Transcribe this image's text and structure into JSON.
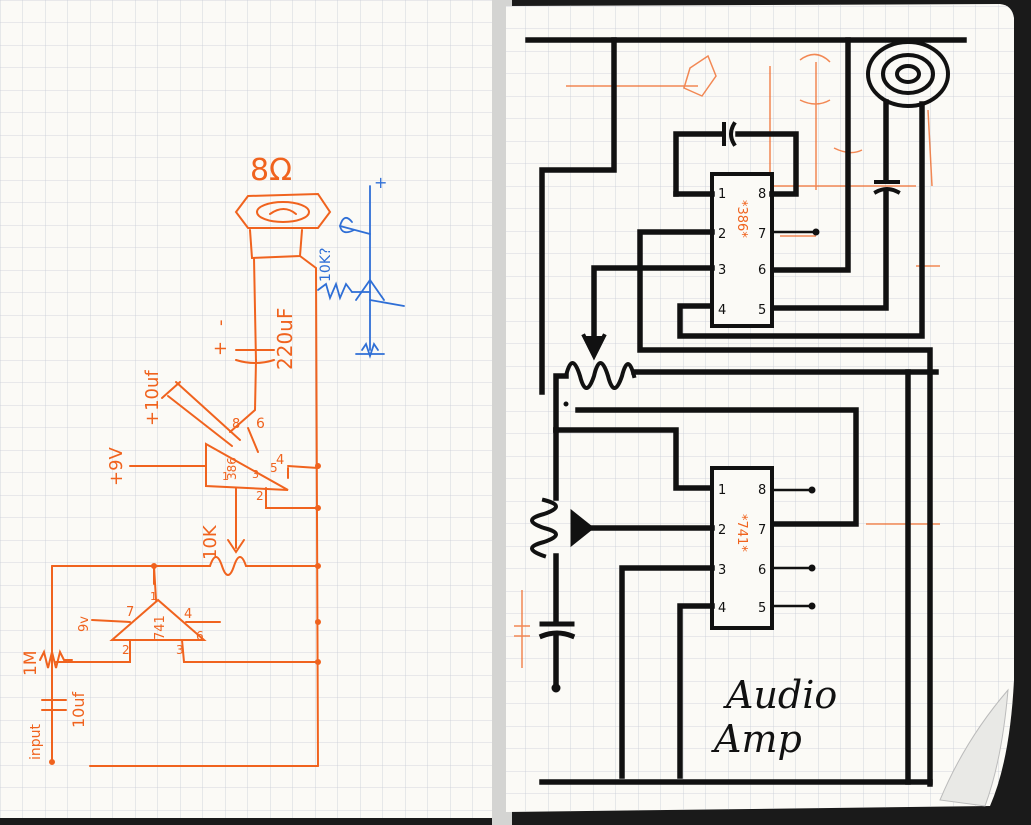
{
  "colors": {
    "paper": "#fbfaf6",
    "grid": "#c8ccd6",
    "orange": "#f0631e",
    "blue": "#2f6fd6",
    "black": "#111111",
    "gutter": "#cfcfcf"
  },
  "left_page": {
    "speaker_label": "8Ω",
    "capacitor_label": "220uF",
    "plus_sign": "+",
    "minus_sign": "-",
    "bypass_cap_label": "+10uf",
    "supply_label": "+9V",
    "ic_386_label": "386",
    "ic_386_pins": {
      "p8": "8",
      "p1": "1",
      "p6": "6",
      "p5": "5",
      "p3": "3",
      "p4": "4",
      "p2": "2"
    },
    "pot_label": "10K",
    "ic_741_label": "741",
    "ic_741_pins": {
      "p7": "7",
      "p4": "4",
      "p1": "1",
      "p2": "2",
      "p3": "3",
      "p6": "6"
    },
    "supply_small_label": "9v",
    "resistor_label": "1M",
    "input_cap_label": "10uf",
    "input_label": "input",
    "blue_label": "10K?",
    "blue_plus": "+"
  },
  "right_page": {
    "ic_386": {
      "label": "*386*",
      "pins_left": [
        "1",
        "2",
        "3",
        "4"
      ],
      "pins_right": [
        "8",
        "7",
        "6",
        "5"
      ]
    },
    "ic_741": {
      "label": "*741*",
      "pins_left": [
        "1",
        "2",
        "3",
        "4"
      ],
      "pins_right": [
        "8",
        "7",
        "6",
        "5"
      ]
    },
    "title_line1": "Audio",
    "title_line2": "Amp"
  }
}
